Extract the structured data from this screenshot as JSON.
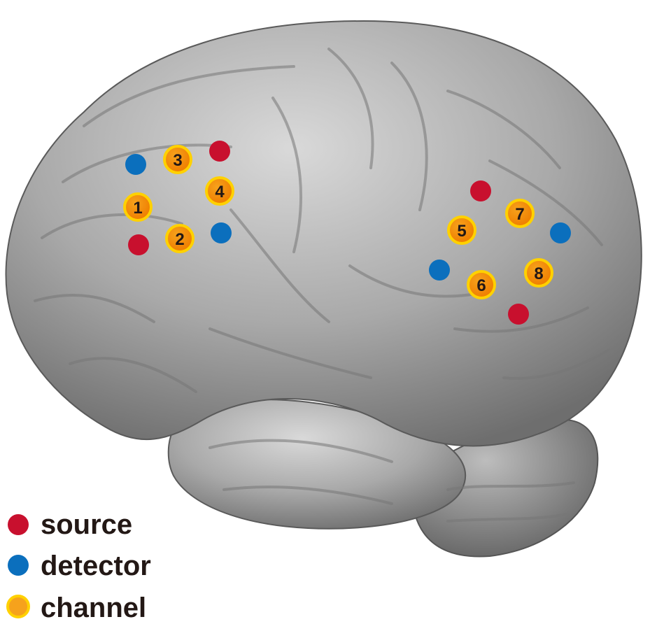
{
  "colors": {
    "source": "#c8102e",
    "detector": "#0b6fbd",
    "channel_fill": "#f6a21c",
    "channel_ring": "#ffd100",
    "text": "#231815"
  },
  "legend": {
    "source": "source",
    "detector": "detector",
    "channel": "channel"
  },
  "channels": [
    "1",
    "2",
    "3",
    "4",
    "5",
    "6",
    "7",
    "8"
  ]
}
